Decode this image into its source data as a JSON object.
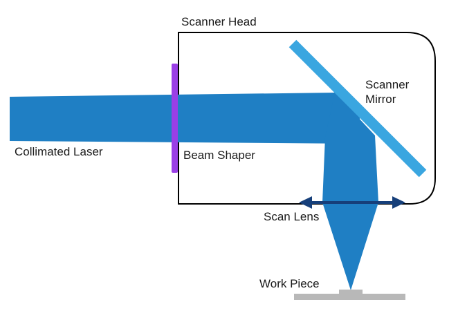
{
  "labels": {
    "scanner_head": "Scanner Head",
    "scanner_mirror_line1": "Scanner",
    "scanner_mirror_line2": "Mirror",
    "collimated_laser": "Collimated Laser",
    "beam_shaper": "Beam Shaper",
    "scan_lens": "Scan Lens",
    "work_piece": "Work Piece"
  },
  "colors": {
    "laser_beam": "#1f7fc4",
    "mirror": "#3aa6e0",
    "beam_shaper": "#9a3fe6",
    "scan_lens_arrow": "#163f7a",
    "housing": "#000000",
    "work_piece": "#b8b8b8"
  }
}
